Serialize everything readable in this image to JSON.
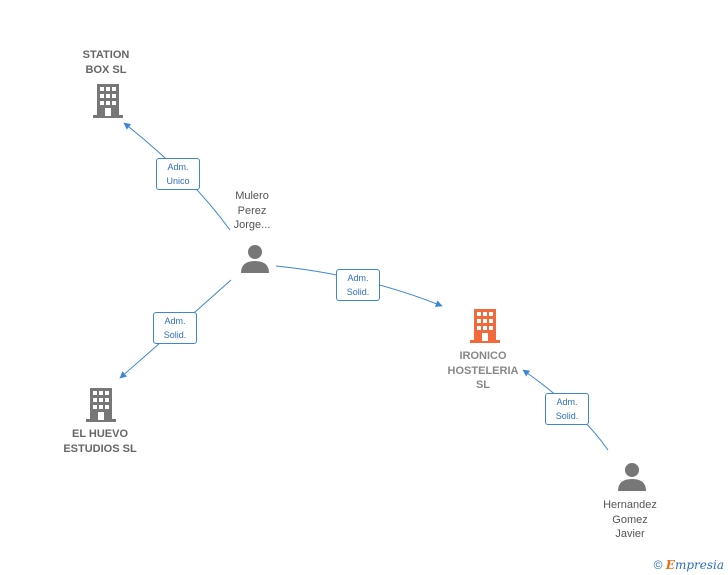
{
  "nodes": {
    "station_box": {
      "label": "STATION\nBOX  SL",
      "type": "company"
    },
    "mulero": {
      "label": "Mulero\nPerez\nJorge...",
      "type": "person"
    },
    "el_huevo": {
      "label": "EL HUEVO\nESTUDIOS SL",
      "type": "company"
    },
    "ironico": {
      "label": "IRONICO\nHOSTELERIA\nSL",
      "type": "company-main"
    },
    "hernandez": {
      "label": "Hernandez\nGomez\nJavier",
      "type": "person"
    }
  },
  "edges": {
    "mulero_station": {
      "label": "Adm.\nUnico"
    },
    "mulero_huevo": {
      "label": "Adm.\nSolid."
    },
    "mulero_ironico": {
      "label": "Adm.\nSolid."
    },
    "hernandez_ironico": {
      "label": "Adm.\nSolid."
    }
  },
  "colors": {
    "company": "#777777",
    "main_company": "#f26a3c",
    "edge": "#3d86d6",
    "person": "#777777"
  },
  "footer": {
    "copyright": "©",
    "brand_initial": "E",
    "brand_rest": "mpresia"
  }
}
